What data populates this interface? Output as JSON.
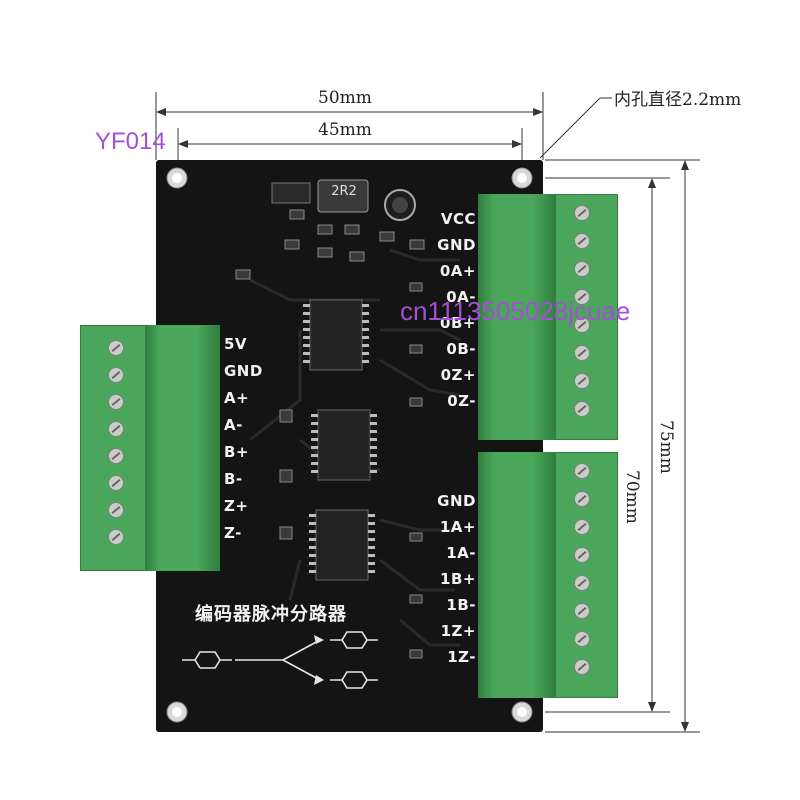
{
  "dimensions": {
    "width_outer": "50mm",
    "width_inner": "45mm",
    "hole_diameter": "内孔直径2.2mm",
    "height_inner": "70mm",
    "height_outer": "75mm"
  },
  "watermarks": {
    "model": "YF014",
    "shop": "cn1113505028jcuae"
  },
  "board": {
    "title": "编码器脉冲分路器",
    "inductor_label": "2R2",
    "left_terminal_labels": [
      "5V",
      "GND",
      "A+",
      "A-",
      "B+",
      "B-",
      "Z+",
      "Z-"
    ],
    "right_top_labels": [
      "VCC",
      "GND",
      "0A+",
      "0A-",
      "0B+",
      "0B-",
      "0Z+",
      "0Z-"
    ],
    "right_bottom_labels": [
      "GND",
      "1A+",
      "1A-",
      "1B+",
      "1B-",
      "1Z+",
      "1Z-"
    ],
    "colors": {
      "pcb": "#141414",
      "terminal": "#4aa65a",
      "terminal_dark": "#2f7d3f",
      "screw": "#c9ccc9",
      "watermark": "#a64fd6"
    }
  }
}
